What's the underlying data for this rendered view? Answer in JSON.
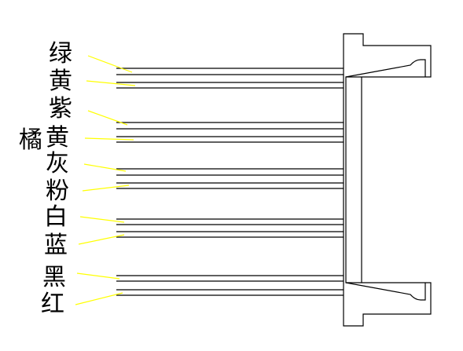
{
  "wire_labels": {
    "green": "绿",
    "yellow_1": "黄",
    "purple": "紫",
    "orange": "橘",
    "yellow_2": "黄",
    "gray": "灰",
    "pink": "粉",
    "white": "白",
    "blue": "蓝",
    "black": "黑",
    "red": "红"
  },
  "colors": {
    "wire": "#000000",
    "leader": "#ffff00",
    "background": "#ffffff"
  }
}
